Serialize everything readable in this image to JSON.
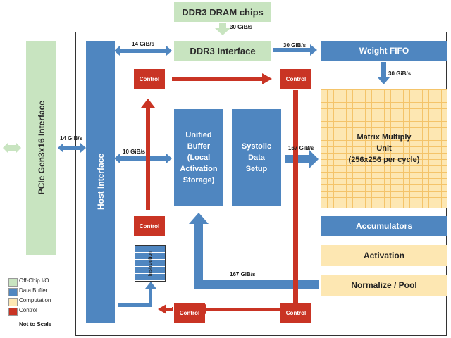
{
  "ddr3_chips": "DDR3 DRAM chips",
  "ddr3_interface": "DDR3 Interface",
  "pcie_interface": "PCIe Gen3x16 Interface",
  "host_interface": "Host Interface",
  "unified_buffer": "Unified\nBuffer\n(Local\nActivation\nStorage)",
  "systolic_setup": "Systolic\nData\nSetup",
  "weight_fifo": "Weight FIFO",
  "matrix_multiply": "Matrix Multiply\nUnit\n(256x256 per cycle)",
  "accumulators": "Accumulators",
  "activation": "Activation",
  "normalize_pool": "Normalize / Pool",
  "control_label": "Control",
  "instruction_label": "Instruction",
  "bandwidth": {
    "ddr3_top": "30 GiB/s",
    "host_to_ddr3": "14 GiB/s",
    "ddr3_to_fifo": "30 GiB/s",
    "fifo_to_mmu": "30 GiB/s",
    "pcie_to_host": "14 GiB/s",
    "host_to_buffer": "10 GiB/s",
    "setup_to_mmu": "167 GiB/s",
    "pool_to_buffer": "167 GiB/s"
  },
  "legend": {
    "items": [
      {
        "label": "Off-Chip I/O",
        "color": "#c8e4c0"
      },
      {
        "label": "Data Buffer",
        "color": "#4f86c0"
      },
      {
        "label": "Computation",
        "color": "#fde7b2"
      },
      {
        "label": "Control",
        "color": "#c93424"
      }
    ],
    "note": "Not to Scale"
  },
  "colors": {
    "blue": "#4f86c0",
    "green": "#c8e4c0",
    "yellow": "#fde7b2",
    "red": "#c93424",
    "grid": "#f4c46a"
  }
}
